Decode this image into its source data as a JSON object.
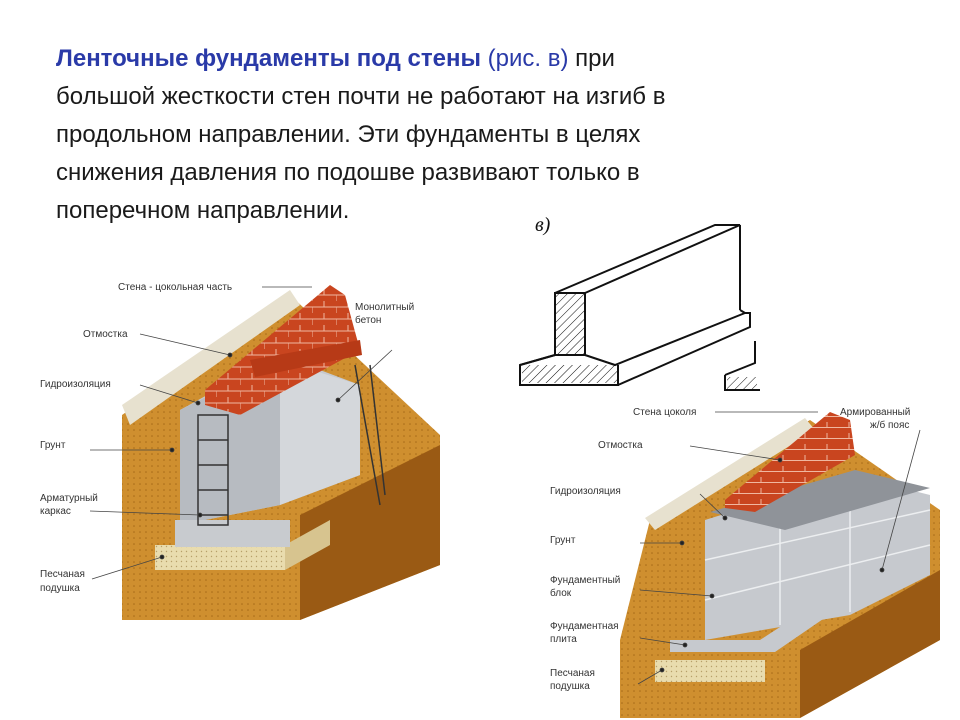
{
  "paragraph": {
    "highlight": "Ленточные фундаменты под стены",
    "fig_ref": "(рис. в)",
    "line1_rest": "при",
    "line2": "большой жесткости стен почти не работают на изгиб в",
    "line3": "продольном направлении. Эти фундаменты в целях",
    "line4": "снижения давления по подошве развивают только в",
    "line5": "поперечном направлении."
  },
  "figure_b": {
    "label": "в)"
  },
  "left_diagram": {
    "labels": {
      "wall": "Стена - цокольная часть",
      "concrete_1": "Монолитный",
      "concrete_2": "бетон",
      "blind_area": "Отмостка",
      "waterproofing": "Гидроизоляция",
      "soil": "Грунт",
      "frame_1": "Арматурный",
      "frame_2": "каркас",
      "cushion_1": "Песчаная",
      "cushion_2": "подушка"
    }
  },
  "right_diagram": {
    "labels": {
      "wall": "Стена цоколя",
      "belt_1": "Армированный",
      "belt_2": "ж/б пояс",
      "blind_area": "Отмостка",
      "waterproofing": "Гидроизоляция",
      "soil": "Грунт",
      "block_1": "Фундаментный",
      "block_2": "блок",
      "slab_1": "Фундаментная",
      "slab_2": "плита",
      "cushion_1": "Песчаная",
      "cushion_2": "подушка"
    }
  },
  "colors": {
    "heading": "#2a3aa8",
    "brick": "#c9451f",
    "concrete": "#c6c9ce",
    "soil": "#c98a2a",
    "sand": "#e9dcae"
  }
}
